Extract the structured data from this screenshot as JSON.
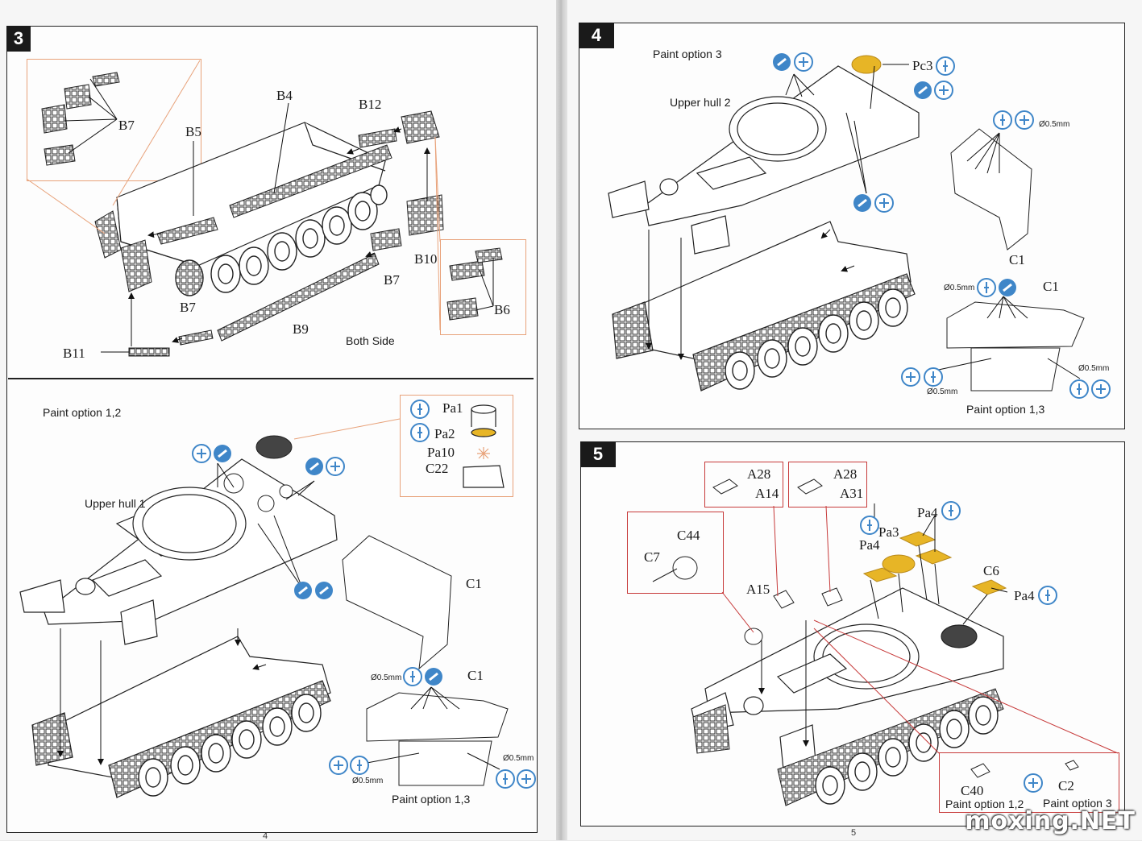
{
  "steps": {
    "s3": {
      "number": "3"
    },
    "s4": {
      "number": "4"
    },
    "s5": {
      "number": "5"
    }
  },
  "labels": {
    "s3": {
      "b7a": "B7",
      "b5": "B5",
      "b4": "B4",
      "b12": "B12",
      "b10": "B10",
      "b7b": "B7",
      "b6": "B6",
      "b7c": "B7",
      "b9": "B9",
      "b11": "B11",
      "both_side": "Both Side"
    },
    "s12": {
      "paint_option": "Paint option 1,2",
      "upper_hull": "Upper hull 1",
      "pa1": "Pa1",
      "pa2": "Pa2",
      "pa10": "Pa10",
      "c22": "C22",
      "c1a": "C1",
      "c1b": "C1",
      "d05a": "Ø0.5mm",
      "d05b": "Ø0.5mm",
      "d05c": "Ø0.5mm",
      "paint_option_13": "Paint option 1,3"
    },
    "s4": {
      "paint_option": "Paint option 3",
      "pc3": "Pc3",
      "upper_hull": "Upper hull 2",
      "d05a": "Ø0.5mm",
      "c1a": "C1",
      "c1b": "C1",
      "d05b": "Ø0.5mm",
      "d05c": "Ø0.5mm",
      "d05d": "Ø0.5mm",
      "paint_option_13": "Paint option 1,3"
    },
    "s5": {
      "a28a": "A28",
      "a14": "A14",
      "a28b": "A28",
      "a31": "A31",
      "c44": "C44",
      "c7": "C7",
      "pa4a": "Pa4",
      "pa3": "Pa3",
      "pa4b": "Pa4",
      "c6": "C6",
      "pa4c": "Pa4",
      "a15": "A15",
      "c40": "C40",
      "c2": "C2",
      "paint_option_12": "Paint option 1,2",
      "paint_option_3": "Paint option 3"
    }
  },
  "page_numbers": {
    "left": "4",
    "right": "5"
  },
  "watermark": "moxing.NET",
  "colors": {
    "accent_orange": "#e8a27a",
    "callout_red": "#c73a3a",
    "decal_yellow": "#e7b526",
    "icon_blue": "#3f86c8"
  },
  "icons": [
    "glue-icon",
    "cement-icon",
    "drill-icon",
    "remove-icon"
  ]
}
